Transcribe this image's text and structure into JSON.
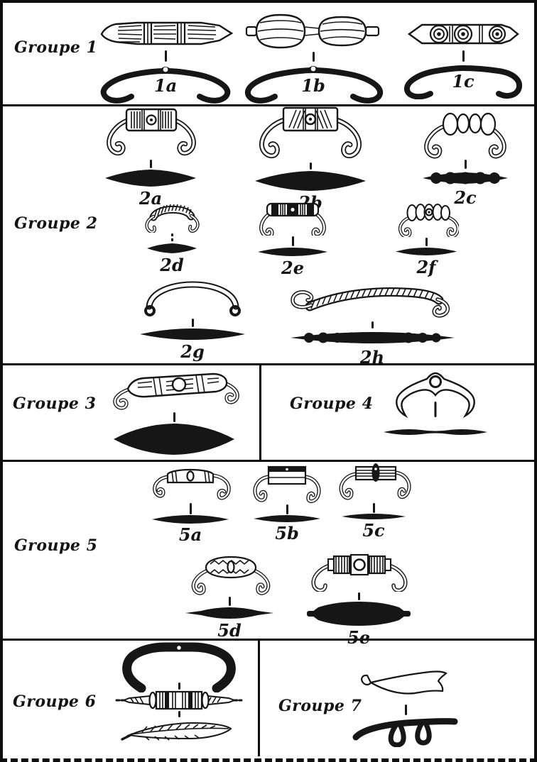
{
  "figure": {
    "ink_color": "#161616",
    "paper_color": "#ffffff",
    "groups": [
      {
        "label": "Groupe 1",
        "items": [
          {
            "label": "1a"
          },
          {
            "label": "1b"
          },
          {
            "label": "1c"
          }
        ]
      },
      {
        "label": "Groupe 2",
        "items": [
          {
            "label": "2a"
          },
          {
            "label": "2b"
          },
          {
            "label": "2c"
          },
          {
            "label": "2d"
          },
          {
            "label": "2e"
          },
          {
            "label": "2f"
          },
          {
            "label": "2g"
          },
          {
            "label": "2h"
          }
        ]
      },
      {
        "label": "Groupe 3",
        "items": []
      },
      {
        "label": "Groupe 4",
        "items": []
      },
      {
        "label": "Groupe 5",
        "items": [
          {
            "label": "5a"
          },
          {
            "label": "5b"
          },
          {
            "label": "5c"
          },
          {
            "label": "5d"
          },
          {
            "label": "5e"
          }
        ]
      },
      {
        "label": "Groupe 6",
        "items": []
      },
      {
        "label": "Groupe 7",
        "items": []
      }
    ]
  }
}
